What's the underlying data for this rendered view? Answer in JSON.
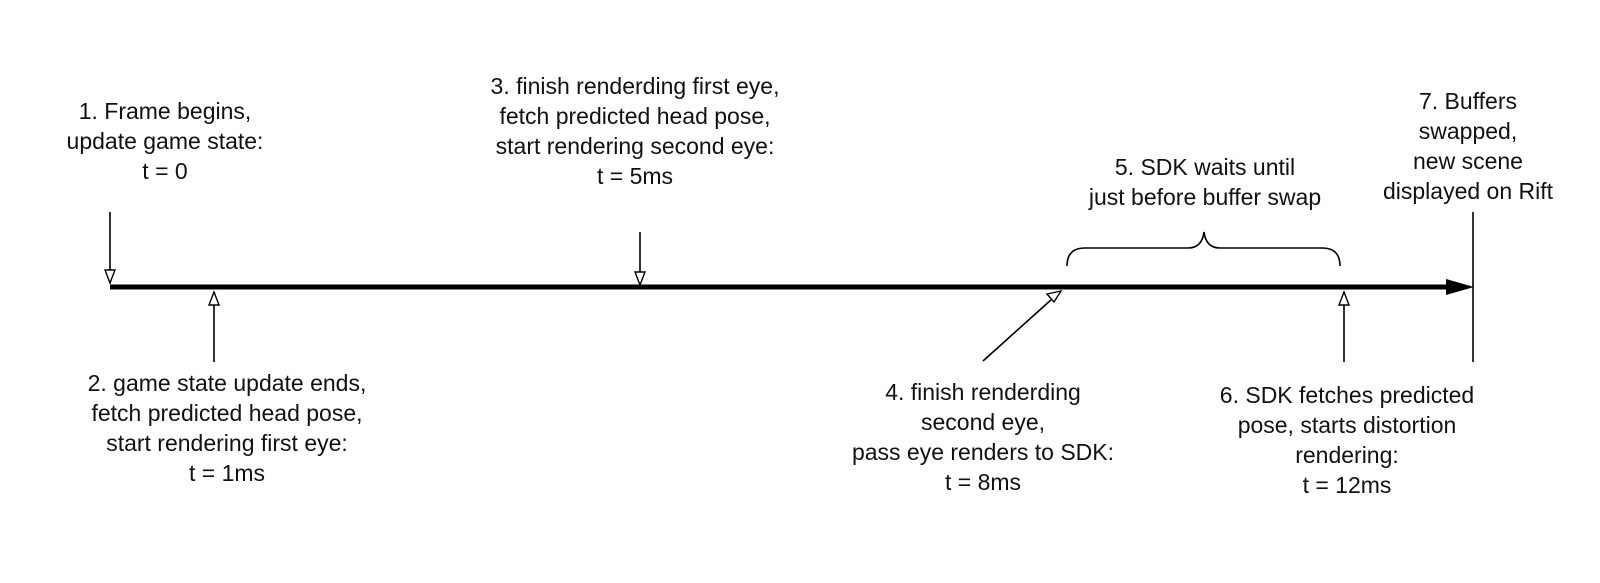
{
  "colors": {
    "line": "#000000",
    "text": "#111111",
    "background": "#ffffff"
  },
  "events": [
    {
      "id": "1",
      "lines": [
        "1. Frame begins,",
        "update game state:",
        "t = 0"
      ]
    },
    {
      "id": "2",
      "lines": [
        "2. game state update ends,",
        "fetch predicted head pose,",
        "start rendering first eye:",
        "t = 1ms"
      ]
    },
    {
      "id": "3",
      "lines": [
        "3. finish renderding first eye,",
        "fetch predicted head pose,",
        "start rendering second eye:",
        "t = 5ms"
      ]
    },
    {
      "id": "4",
      "lines": [
        "4. finish renderding",
        "second eye,",
        "pass eye renders to SDK:",
        "t = 8ms"
      ]
    },
    {
      "id": "5",
      "lines": [
        "5. SDK waits until",
        "just before buffer swap"
      ]
    },
    {
      "id": "6",
      "lines": [
        "6. SDK fetches predicted",
        "pose, starts distortion",
        "rendering:",
        "t = 12ms"
      ]
    },
    {
      "id": "7",
      "lines": [
        "7. Buffers",
        "swapped,",
        "new scene",
        "displayed on Rift"
      ]
    }
  ]
}
